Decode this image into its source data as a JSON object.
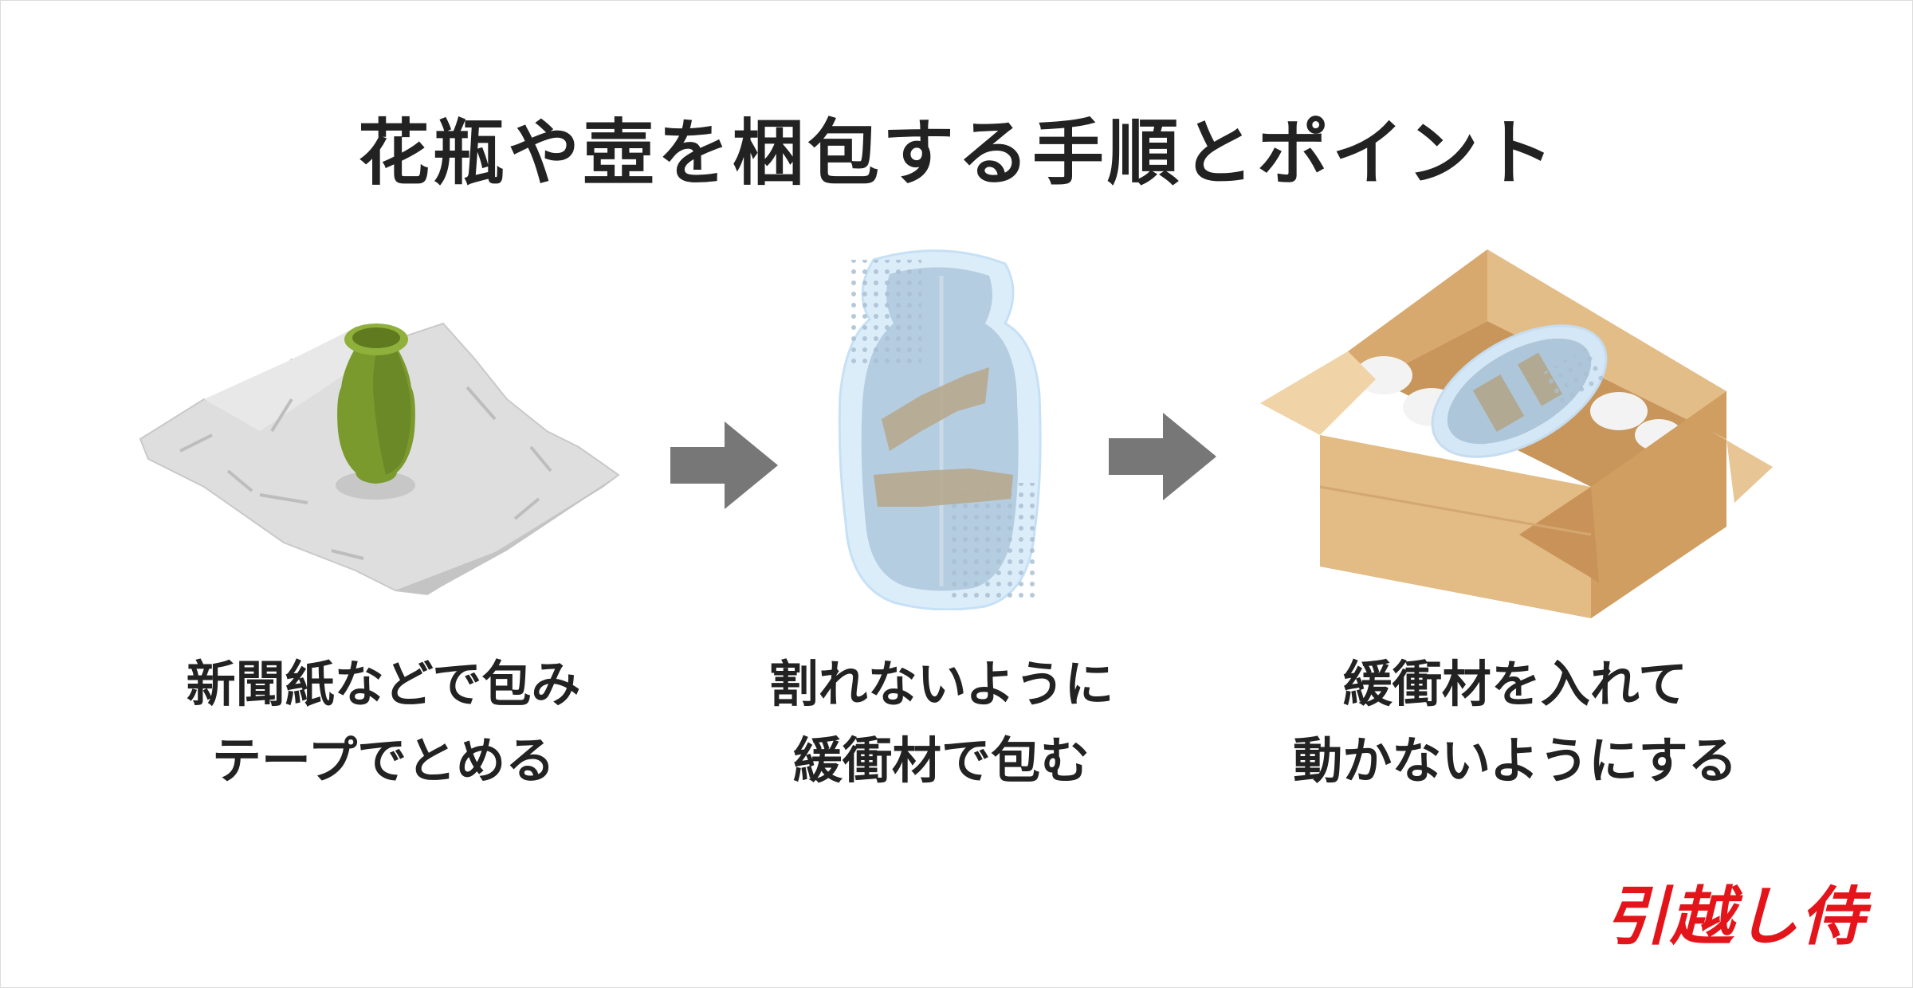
{
  "title": "花瓶や壺を梱包する手順とポイント",
  "steps": [
    {
      "line1": "新聞紙などで包み",
      "line2": "テープでとめる"
    },
    {
      "line1": "割れないように",
      "line2": "緩衝材で包む"
    },
    {
      "line1": "緩衝材を入れて",
      "line2": "動かないようにする"
    }
  ],
  "brand": "引越し侍",
  "colors": {
    "title": "#222222",
    "arrow": "#777777",
    "vase": "#7a9a2e",
    "paper": "#dddddd",
    "bubble_wrap": "#cfe6f7",
    "box": "#d9b07c",
    "brand": "#e3151a"
  }
}
